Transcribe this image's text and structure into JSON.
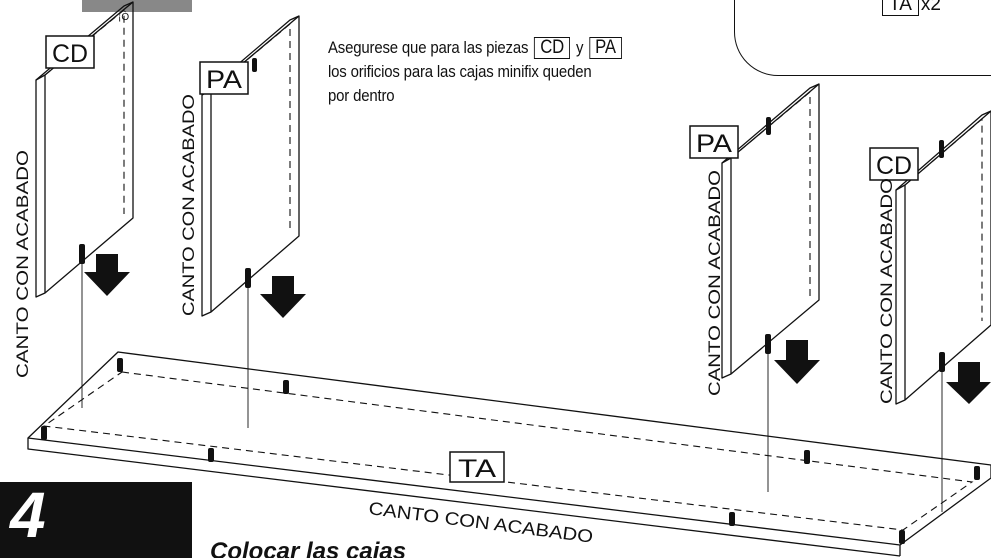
{
  "note": {
    "line1_prefix": "Asegurese que para las piezas",
    "piece_a": "CD",
    "joiner": "y",
    "piece_b": "PA",
    "line2": "los orificios para las cajas minifix queden",
    "line3": "por dentro"
  },
  "labels": {
    "cd": "CD",
    "pa": "PA",
    "ta": "TA",
    "finished_edge": "CANTO CON ACABADO",
    "callout_piece": "TA",
    "callout_qty": "x2"
  },
  "step": {
    "number": "4",
    "title": "Colocar las cajas"
  },
  "colors": {
    "ink": "#111111",
    "tab_gray": "#888888"
  }
}
